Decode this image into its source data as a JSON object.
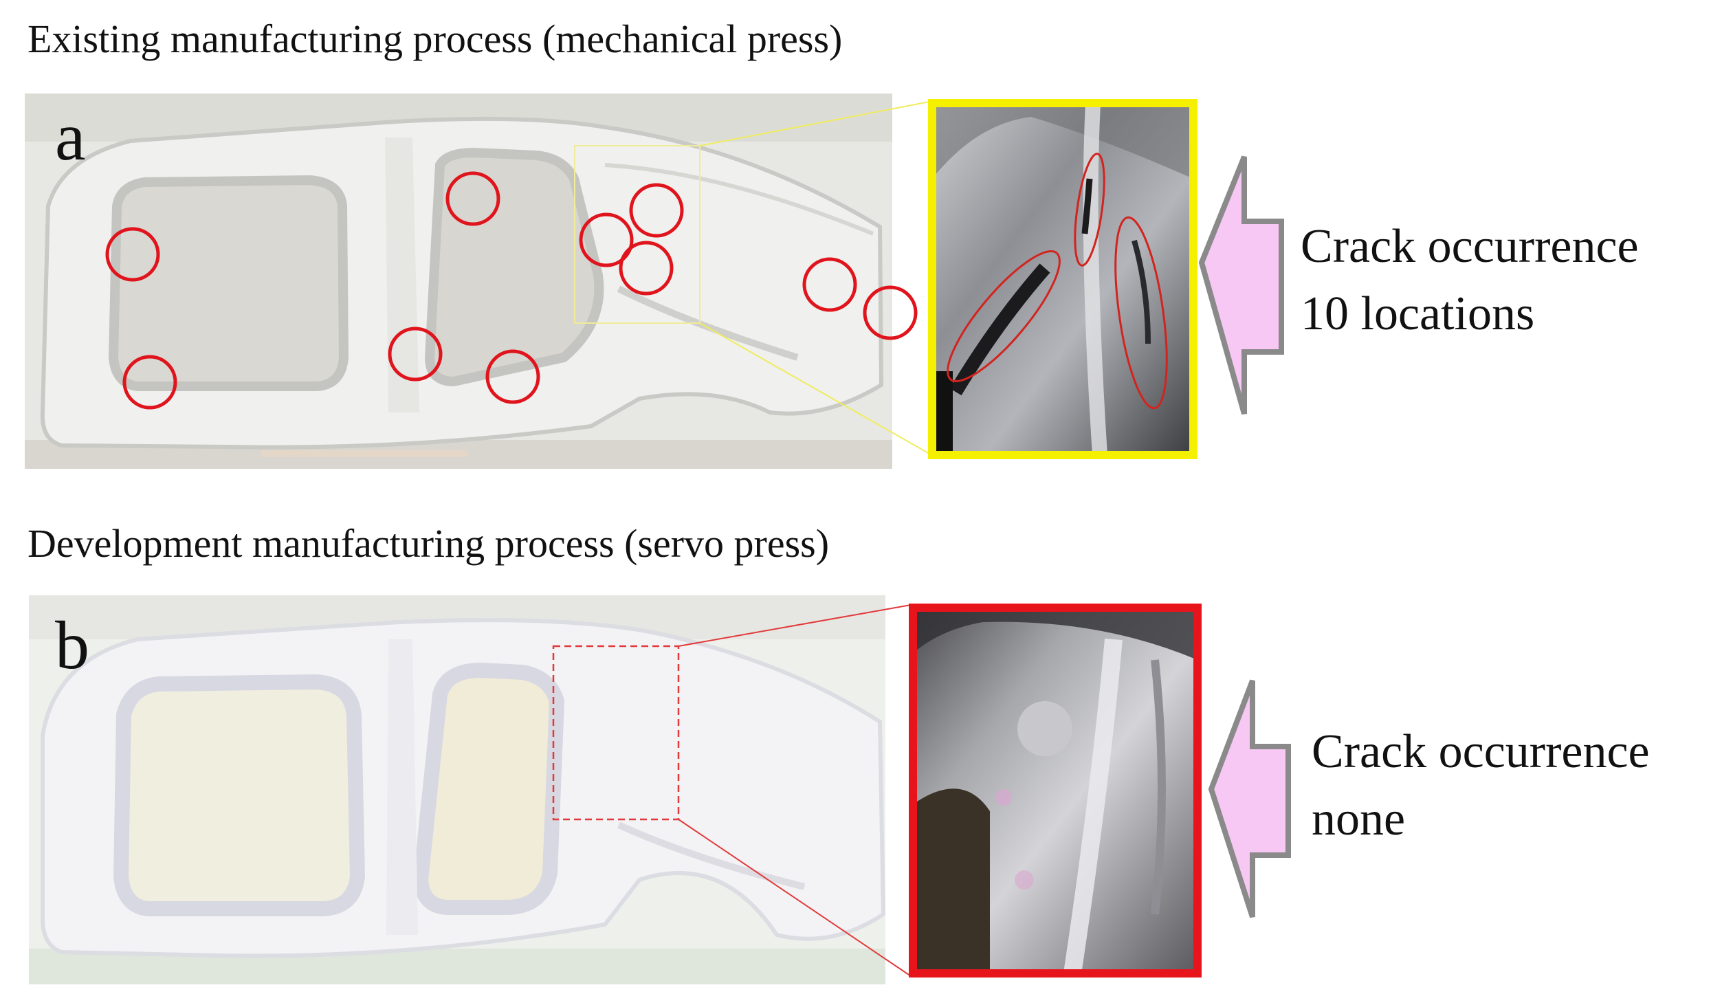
{
  "panel_a": {
    "heading": "Existing manufacturing process (mechanical press)",
    "letter": "a",
    "caption_line1": "Crack occurrence",
    "caption_line2": "10 locations",
    "zoom_frame_color": "#f5f000",
    "marker_color": "#e0141c",
    "crack_marker_count": 10
  },
  "panel_b": {
    "heading": "Development manufacturing process (servo press)",
    "letter": "b",
    "caption_line1": "Crack occurrence",
    "caption_line2": "none",
    "zoom_frame_color": "#e8141c"
  },
  "arrow_fill_color": "#f8c8f4",
  "arrow_stroke_color": "#8a8a8a"
}
